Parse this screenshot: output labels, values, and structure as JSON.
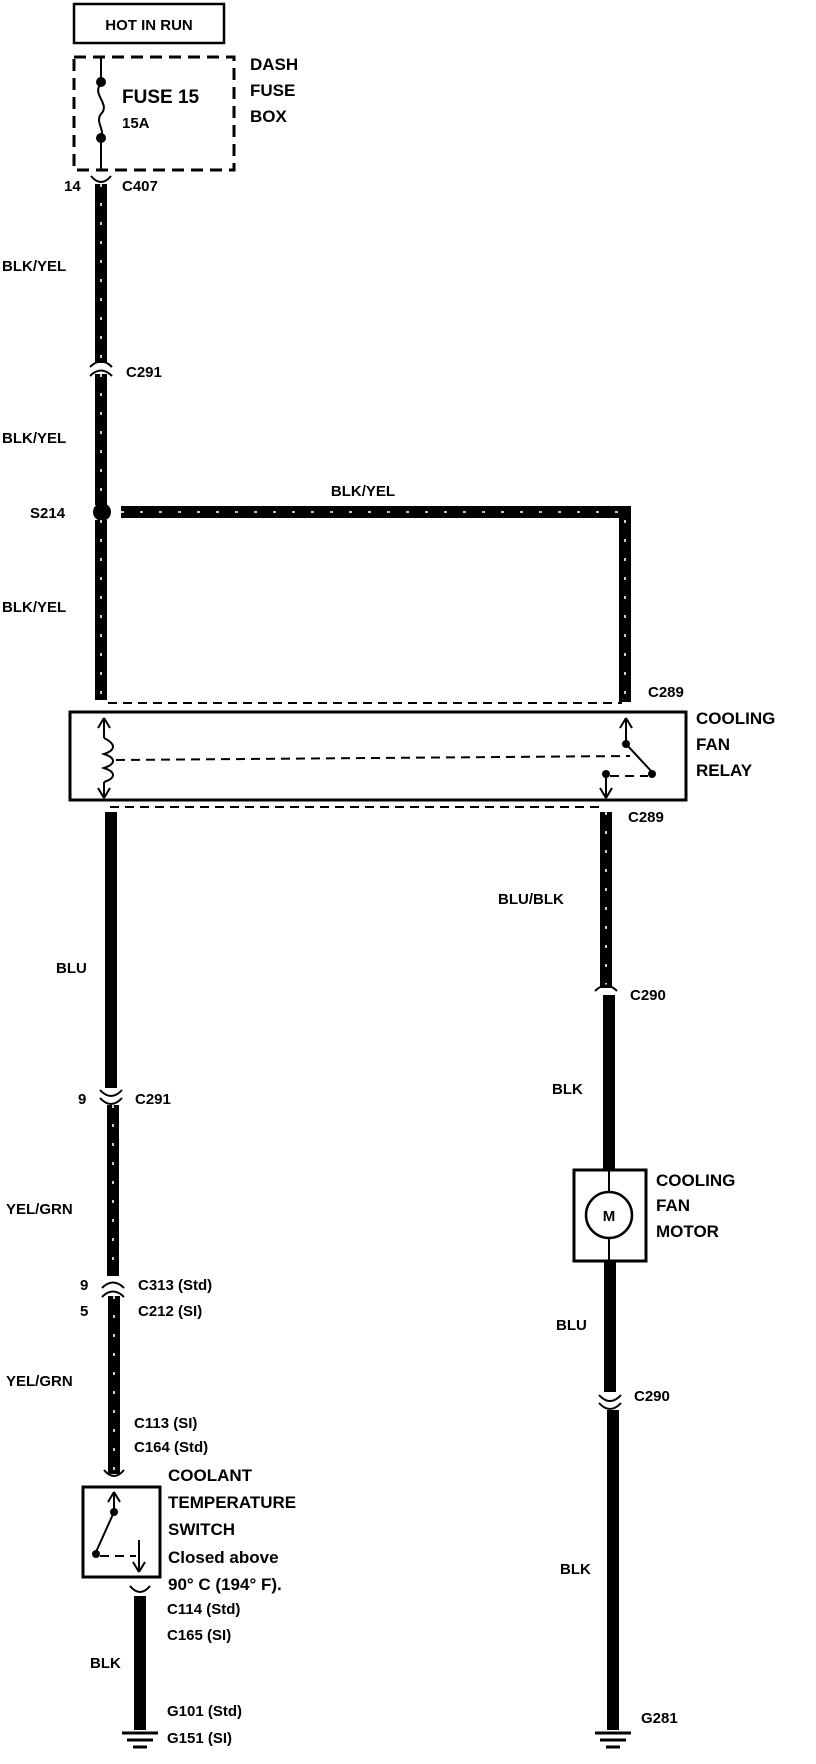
{
  "power": {
    "hot_label": "HOT IN RUN",
    "fuse_label": "FUSE 15",
    "fuse_rating": "15A",
    "fusebox_line1": "DASH",
    "fusebox_line2": "FUSE",
    "fusebox_line3": "BOX"
  },
  "connectors": {
    "c407_pin": "14",
    "c407": "C407",
    "c291_top": "C291",
    "s214": "S214",
    "c289_top": "C289",
    "c289_bottom": "C289",
    "c291_bottom_pin": "9",
    "c291_bottom": "C291",
    "c313_pin": "9",
    "c313": "C313 (Std)",
    "c212_pin": "5",
    "c212": "C212 (SI)",
    "c113": "C113 (SI)",
    "c164": "C164 (Std)",
    "c114": "C114 (Std)",
    "c165": "C165 (SI)",
    "g101": "G101 (Std)",
    "g151": "G151 (SI)",
    "c290_top": "C290",
    "c290_bottom": "C290",
    "g281": "G281"
  },
  "wires": {
    "w1": "BLK/YEL",
    "w2": "BLK/YEL",
    "w3": "BLK/YEL",
    "w_horizontal": "BLK/YEL",
    "w_blu_left": "BLU",
    "w_yelgrn_1": "YEL/GRN",
    "w_yelgrn_2": "YEL/GRN",
    "w_blk_left": "BLK",
    "w_blublk": "BLU/BLK",
    "w_blk_right_1": "BLK",
    "w_blu_right": "BLU",
    "w_blk_right_2": "BLK"
  },
  "components": {
    "relay_line1": "COOLING",
    "relay_line2": "FAN",
    "relay_line3": "RELAY",
    "motor_symbol": "M",
    "motor_line1": "COOLING",
    "motor_line2": "FAN",
    "motor_line3": "MOTOR",
    "switch_line1": "COOLANT",
    "switch_line2": "TEMPERATURE",
    "switch_line3": "SWITCH",
    "switch_line4": "Closed above",
    "switch_line5": "90° C (194° F)."
  }
}
